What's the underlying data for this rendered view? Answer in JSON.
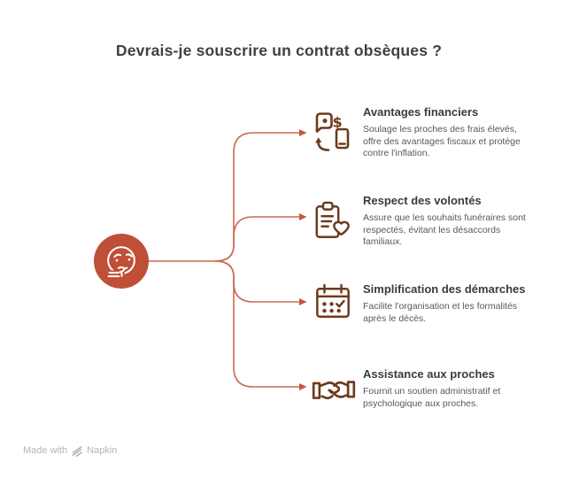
{
  "title": "Devrais-je souscrire un contrat obsèques ?",
  "center": {
    "icon": "thinking-face-icon",
    "circle_color": "#c04f37"
  },
  "items": [
    {
      "icon": "money-transfer-icon",
      "heading": "Avantages financiers",
      "body": "Soulage les proches des frais élevés,\noffre des avantages fiscaux et protège\ncontre l'inflation."
    },
    {
      "icon": "clipboard-heart-icon",
      "heading": "Respect des volontés",
      "body": "Assure que les souhaits funéraires sont\nrespectés, évitant les désaccords\nfamiliaux."
    },
    {
      "icon": "calendar-check-icon",
      "heading": "Simplification des démarches",
      "body": "Facilite l'organisation et les formalités\naprès le décès."
    },
    {
      "icon": "handshake-icon",
      "heading": "Assistance aux proches",
      "body": "Fournit un soutien administratif et\npsychologique aux proches."
    }
  ],
  "footer": {
    "made_with": "Made with",
    "brand": "Napkin"
  },
  "colors": {
    "accent_rust": "#c04f37",
    "connector": "#cd6950",
    "arrowhead": "#c25741",
    "icon_brown": "#6e3a1c",
    "title_gray": "#404040",
    "heading_gray": "#3b3b3b",
    "body_gray": "#585858",
    "footer_gray": "#b4b4b4"
  }
}
